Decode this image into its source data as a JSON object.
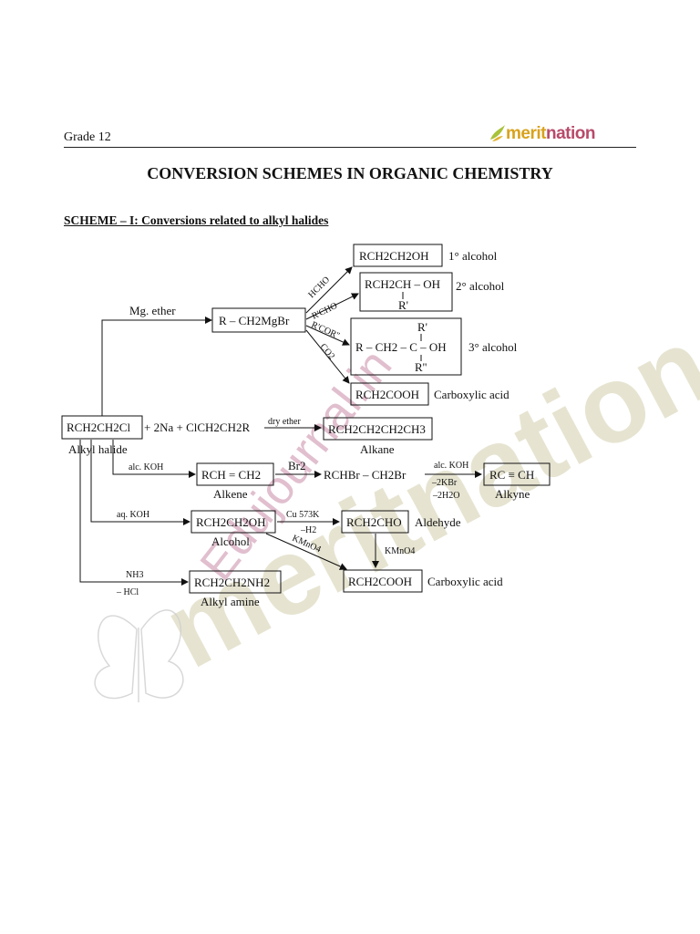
{
  "header": {
    "grade": "Grade 12",
    "logo": {
      "merit": "merit",
      "nation": "nation"
    }
  },
  "title": "CONVERSION SCHEMES IN ORGANIC CHEMISTRY",
  "subtitle": "SCHEME – I: Conversions related to alkyl halides",
  "watermarks": [
    "Edujournal.in",
    "meritnation"
  ],
  "colors": {
    "logo_gold": "#d9a21c",
    "logo_rose": "#b84a6a",
    "wm_pink": "#c98aa6",
    "wm_olive": "#c8c49a"
  },
  "scheme": {
    "start": {
      "formula": "RCH2CH2Cl",
      "reagents": "+ 2Na + ClCH2CH2R",
      "label": "Alkyl halide"
    },
    "grignard": {
      "reagent": "Mg. ether",
      "formula": "R – CH2MgBr",
      "branches": [
        {
          "reagent": "HCHO",
          "product": "RCH2CH2OH",
          "label": "1° alcohol"
        },
        {
          "reagent": "R'CHO",
          "product_top": "RCH2CH – OH",
          "product_sub": "R'",
          "label": "2° alcohol"
        },
        {
          "reagent": "R'COR''",
          "product_top": "R'",
          "product_mid": "R – CH2 – C – OH",
          "product_bot": "R''",
          "label": "3° alcohol"
        },
        {
          "reagent": "CO2",
          "product": "RCH2COOH",
          "label": "Carboxylic acid"
        }
      ]
    },
    "wurtz": {
      "reagent": "dry ether",
      "product": "RCH2CH2CH2CH3",
      "label": "Alkane"
    },
    "alkene": {
      "reagent": "alc. KOH",
      "formula": "RCH = CH2",
      "label": "Alkene",
      "step2_reagent": "Br2",
      "step2_product": "RCHBr – CH2Br",
      "step3_reagent_1": "alc. KOH",
      "step3_reagent_2": "–2KBr",
      "step3_reagent_3": "–2H2O",
      "final": "RC ≡ CH",
      "final_label": "Alkyne"
    },
    "alcohol": {
      "reagent": "aq. KOH",
      "formula": "RCH2CH2OH",
      "label": "Alcohol",
      "ox_reagent_1": "Cu 573K",
      "ox_reagent_2": "–H2",
      "aldehyde": "RCH2CHO",
      "aldehyde_label": "Aldehyde",
      "kmno4": "KMnO4",
      "kmno4_diag": "KMnO4",
      "acid": "RCH2COOH",
      "acid_label": "Carboxylic acid"
    },
    "amine": {
      "reagent_1": "NH3",
      "reagent_2": "– HCl",
      "formula": "RCH2CH2NH2",
      "label": "Alkyl amine"
    }
  }
}
